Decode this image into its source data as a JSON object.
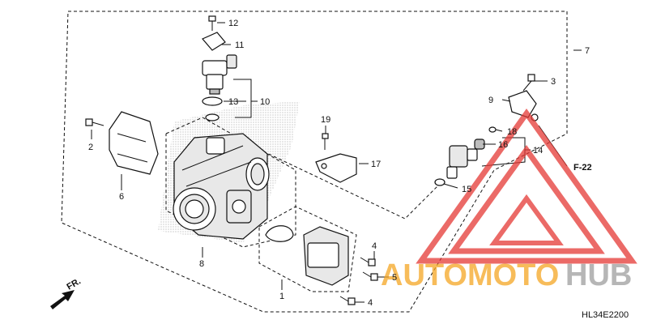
{
  "diagram": {
    "callouts": {
      "c1": "1",
      "c2": "2",
      "c3": "3",
      "c4a": "4",
      "c4b": "4",
      "c5": "5",
      "c6": "6",
      "c7": "7",
      "c8": "8",
      "c9": "9",
      "c10": "10",
      "c11": "11",
      "c12": "12",
      "c13": "13",
      "c14": "14",
      "c15": "15",
      "c16": "16",
      "c17": "17",
      "c18": "18",
      "c19": "19"
    },
    "reference": "F-22",
    "front_label": "FR.",
    "diagram_code": "HL34E2200"
  },
  "watermark": {
    "text_a": "AUTOMOTO",
    "text_b": "HUB",
    "color_triangle": "#e53935",
    "color_auto": "#f5a623",
    "color_hub": "#9e9e9e"
  }
}
